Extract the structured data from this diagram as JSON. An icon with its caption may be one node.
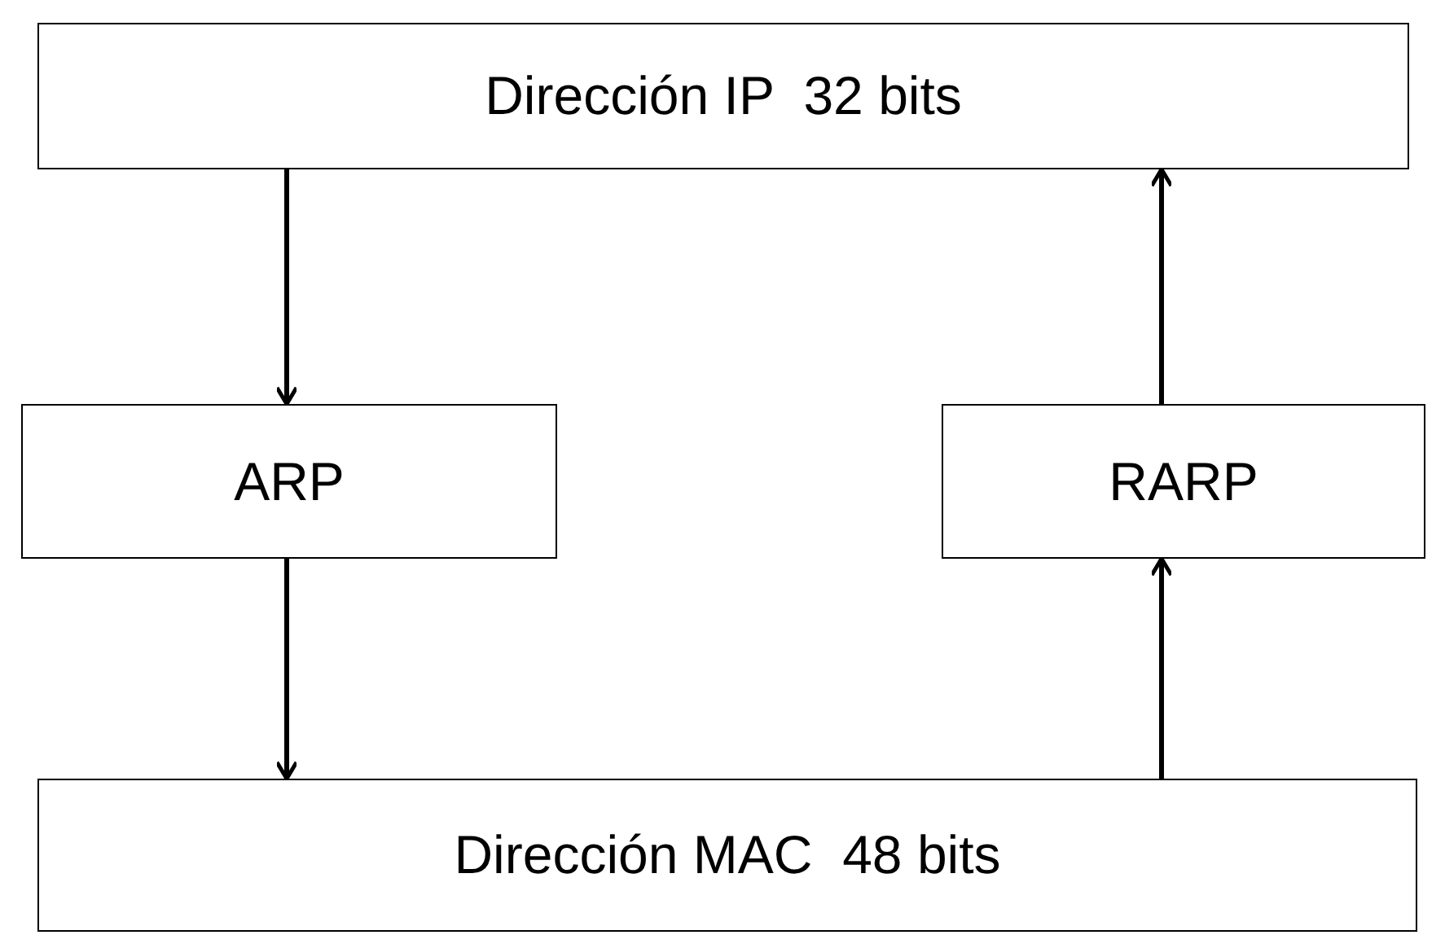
{
  "diagram": {
    "nodes": [
      {
        "text": [
          "Dirección IP  32 bits"
        ]
      },
      {
        "text": [
          "ARP"
        ]
      },
      {
        "text": [
          "RARP"
        ]
      },
      {
        "text": [
          "Dirección MAC  48 bits"
        ]
      }
    ],
    "edges": [
      {
        "from": 0,
        "to": 1,
        "arrow": "to"
      },
      {
        "from": 1,
        "to": 3,
        "arrow": "to"
      },
      {
        "from": 3,
        "to": 2,
        "arrow": "to"
      },
      {
        "from": 2,
        "to": 0,
        "arrow": "to"
      }
    ]
  }
}
